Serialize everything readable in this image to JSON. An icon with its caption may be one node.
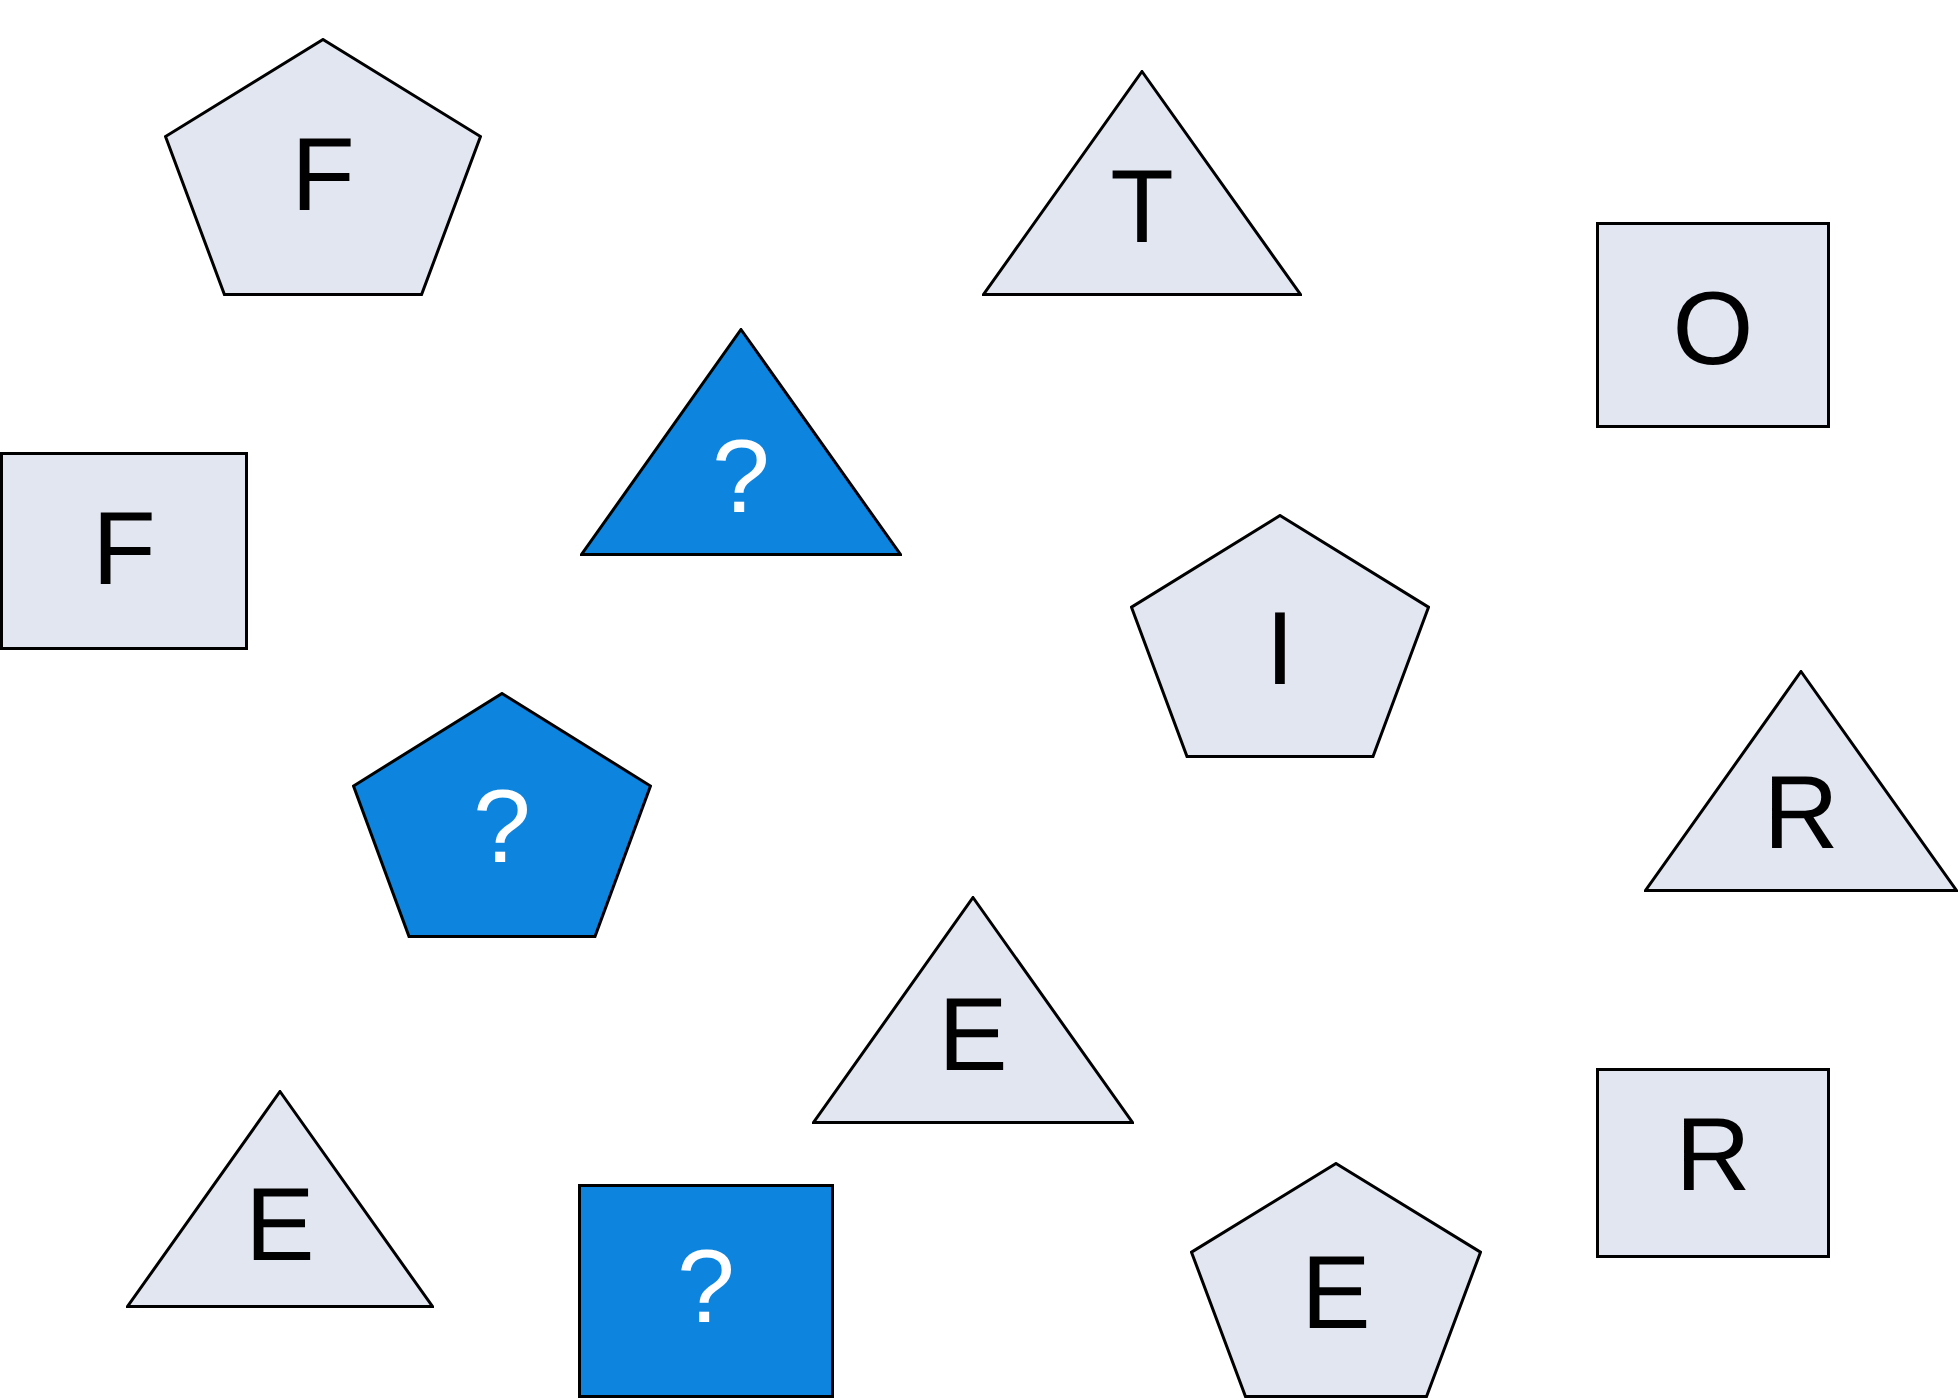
{
  "diagram": {
    "nodes": [
      {
        "text": [
          "F"
        ]
      },
      {
        "text": [
          "T"
        ]
      },
      {
        "text": [
          "O"
        ]
      },
      {
        "text": [
          "?"
        ]
      },
      {
        "text": [
          "F"
        ]
      },
      {
        "text": [
          "I"
        ]
      },
      {
        "text": [
          "R"
        ]
      },
      {
        "text": [
          "?"
        ]
      },
      {
        "text": [
          "E"
        ]
      },
      {
        "text": [
          "R"
        ]
      },
      {
        "text": [
          "E"
        ]
      },
      {
        "text": [
          "E"
        ]
      },
      {
        "text": [
          "?"
        ]
      }
    ]
  }
}
